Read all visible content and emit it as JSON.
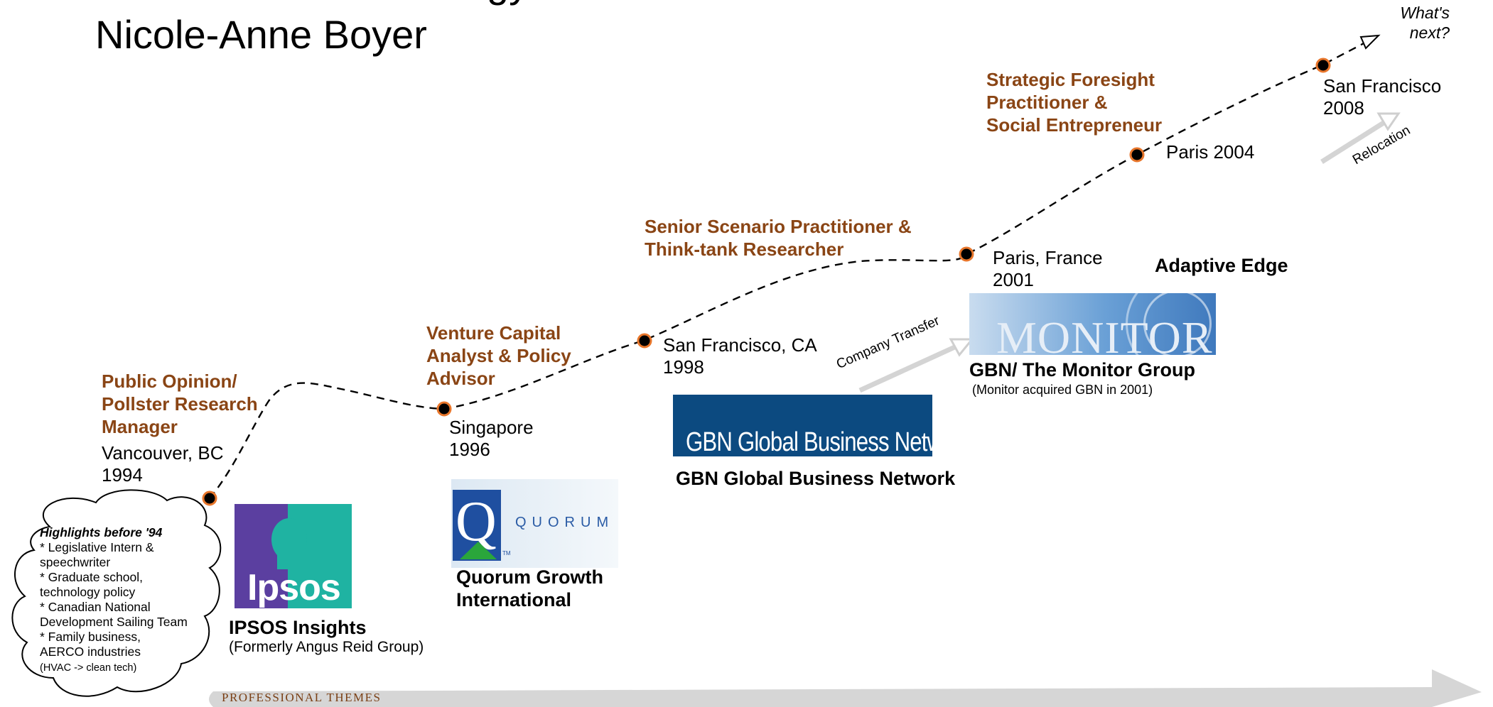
{
  "header": {
    "title": "Professional Chronology",
    "subtitle": "Nicole-Anne Boyer"
  },
  "milestones": [
    {
      "role": "Public Opinion/\nPollster Research\nManager",
      "location": "Vancouver, BC\n1994"
    },
    {
      "role": "Venture Capital\nAnalyst & Policy\nAdvisor",
      "location": "Singapore\n1996"
    },
    {
      "role": "Senior Scenario Practitioner &\nThink-tank Researcher",
      "location": "San Francisco, CA\n1998"
    },
    {
      "role": "",
      "location": "Paris, France\n2001"
    },
    {
      "role": "Strategic Foresight\nPractitioner &\nSocial Entrepreneur",
      "location": "Paris 2004"
    },
    {
      "role": "",
      "location": "San Francisco\n2008"
    }
  ],
  "organizations": {
    "ipsos": {
      "name": "IPSOS Insights",
      "note": "(Formerly Angus Reid Group)",
      "logo_text": "Ipsos"
    },
    "quorum": {
      "name": "Quorum Growth\nInternational",
      "logo_letter": "Q",
      "logo_text": "QUORUM",
      "logo_tm": "TM"
    },
    "gbn": {
      "name": "GBN  Global Business Network",
      "logo_text": "GBN Global Business Network"
    },
    "monitor": {
      "name": "GBN/ The Monitor Group",
      "note": "(Monitor acquired GBN in 2001)",
      "logo_text": "MONITOR"
    },
    "adaptive_edge": {
      "name": "Adaptive Edge"
    }
  },
  "annotations": {
    "whats_next": "What's\nnext?",
    "company_transfer": "Company Transfer",
    "relocation": "Relocation"
  },
  "highlights": {
    "title": "Highlights before '94",
    "items": [
      "* Legislative Intern &",
      "speechwriter",
      "* Graduate school,",
      "technology policy",
      "* Canadian National",
      "Development Sailing Team",
      "* Family business,",
      "AERCO industries"
    ],
    "footnote": "(HVAC -> clean tech)"
  },
  "footer": {
    "theme_label": "PROFESSIONAL THEMES"
  },
  "colors": {
    "role": "#8a4515",
    "dot_outline": "#e8762b",
    "arrow_gray": "#d6d6d6"
  }
}
